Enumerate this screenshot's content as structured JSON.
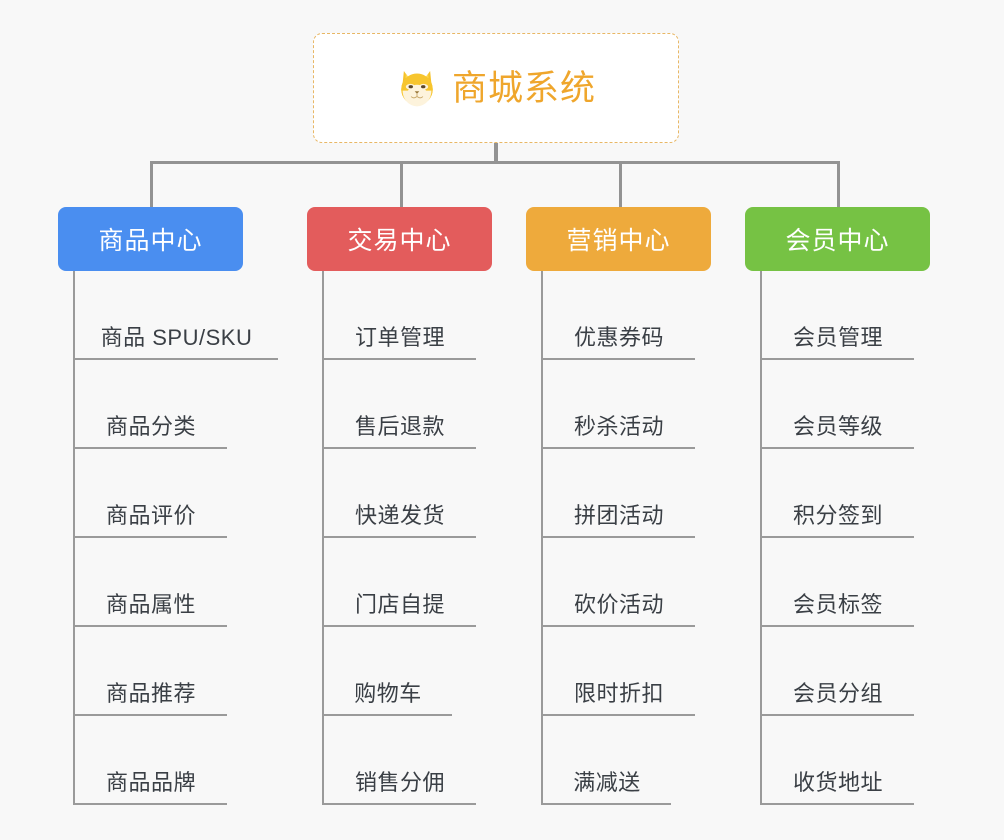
{
  "diagram": {
    "title": "商城系统",
    "root": {
      "label": "商城系统",
      "icon": "shiba-inu-icon",
      "text_color": "#efa62c",
      "border_color": "#e8b765",
      "background": "#ffffff"
    },
    "background": "#f8f8f8",
    "connector_color": "#939393",
    "branch_line_color": "#9a9a9a",
    "leaf_text_color": "#3a3f45",
    "branches": [
      {
        "label": "商品中心",
        "color": "#4a8ef0",
        "leaves": [
          "商品 SPU/SKU",
          "商品分类",
          "商品评价",
          "商品属性",
          "商品推荐",
          "商品品牌"
        ]
      },
      {
        "label": "交易中心",
        "color": "#e35c5c",
        "leaves": [
          "订单管理",
          "售后退款",
          "快递发货",
          "门店自提",
          "购物车",
          "销售分佣"
        ]
      },
      {
        "label": "营销中心",
        "color": "#eeaa3c",
        "leaves": [
          "优惠券码",
          "秒杀活动",
          "拼团活动",
          "砍价活动",
          "限时折扣",
          "满减送"
        ]
      },
      {
        "label": "会员中心",
        "color": "#76c244",
        "leaves": [
          "会员管理",
          "会员等级",
          "积分签到",
          "会员标签",
          "会员分组",
          "收货地址"
        ]
      }
    ]
  }
}
